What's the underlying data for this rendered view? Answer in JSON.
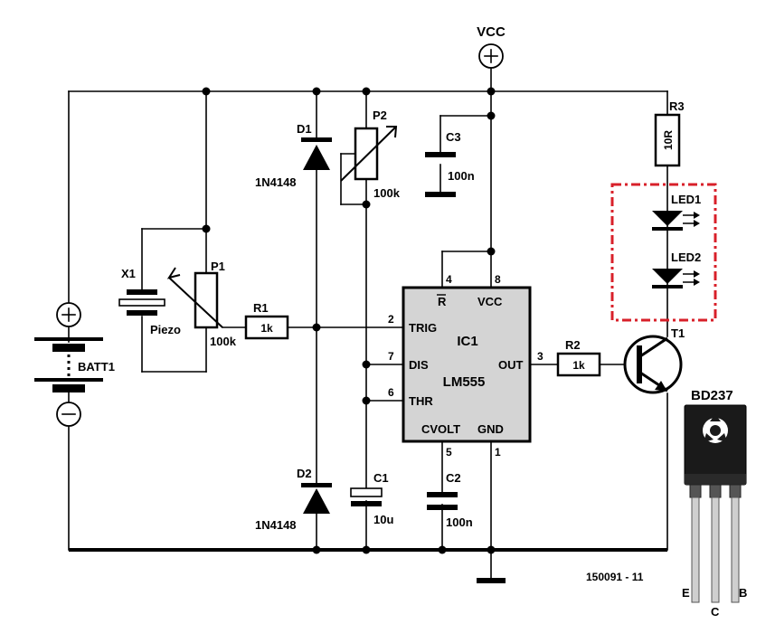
{
  "supply": {
    "label": "VCC"
  },
  "battery": {
    "name": "BATT1"
  },
  "piezo": {
    "ref": "X1",
    "name": "Piezo"
  },
  "pot1": {
    "ref": "P1",
    "value": "100k"
  },
  "pot2": {
    "ref": "P2",
    "value": "100k"
  },
  "r1": {
    "ref": "R1",
    "value": "1k"
  },
  "r2": {
    "ref": "R2",
    "value": "1k"
  },
  "r3": {
    "ref": "R3",
    "value": "10R"
  },
  "d1": {
    "ref": "D1",
    "part": "1N4148"
  },
  "d2": {
    "ref": "D2",
    "part": "1N4148"
  },
  "c1": {
    "ref": "C1",
    "value": "10u"
  },
  "c2": {
    "ref": "C2",
    "value": "100n"
  },
  "c3": {
    "ref": "C3",
    "value": "100n"
  },
  "led1": {
    "ref": "LED1"
  },
  "led2": {
    "ref": "LED2"
  },
  "t1": {
    "ref": "T1",
    "part": "BD237",
    "pins": {
      "e": "E",
      "c": "C",
      "b": "B"
    }
  },
  "ic": {
    "ref": "IC1",
    "part": "LM555",
    "pins": {
      "trig": {
        "num": "2",
        "name": "TRIG"
      },
      "dis": {
        "num": "7",
        "name": "DIS"
      },
      "thr": {
        "num": "6",
        "name": "THR"
      },
      "reset": {
        "num": "4",
        "name": "R"
      },
      "vcc": {
        "num": "8",
        "name": "VCC"
      },
      "out": {
        "num": "3",
        "name": "OUT"
      },
      "cvolt": {
        "num": "5",
        "name": "CVOLT"
      },
      "gnd": {
        "num": "1",
        "name": "GND"
      }
    }
  },
  "figure_id": "150091 - 11",
  "colors": {
    "wire": "#000000",
    "ic_fill": "#d4d4d4",
    "led_box": "#d8202a",
    "package": "#1a1a1a"
  }
}
